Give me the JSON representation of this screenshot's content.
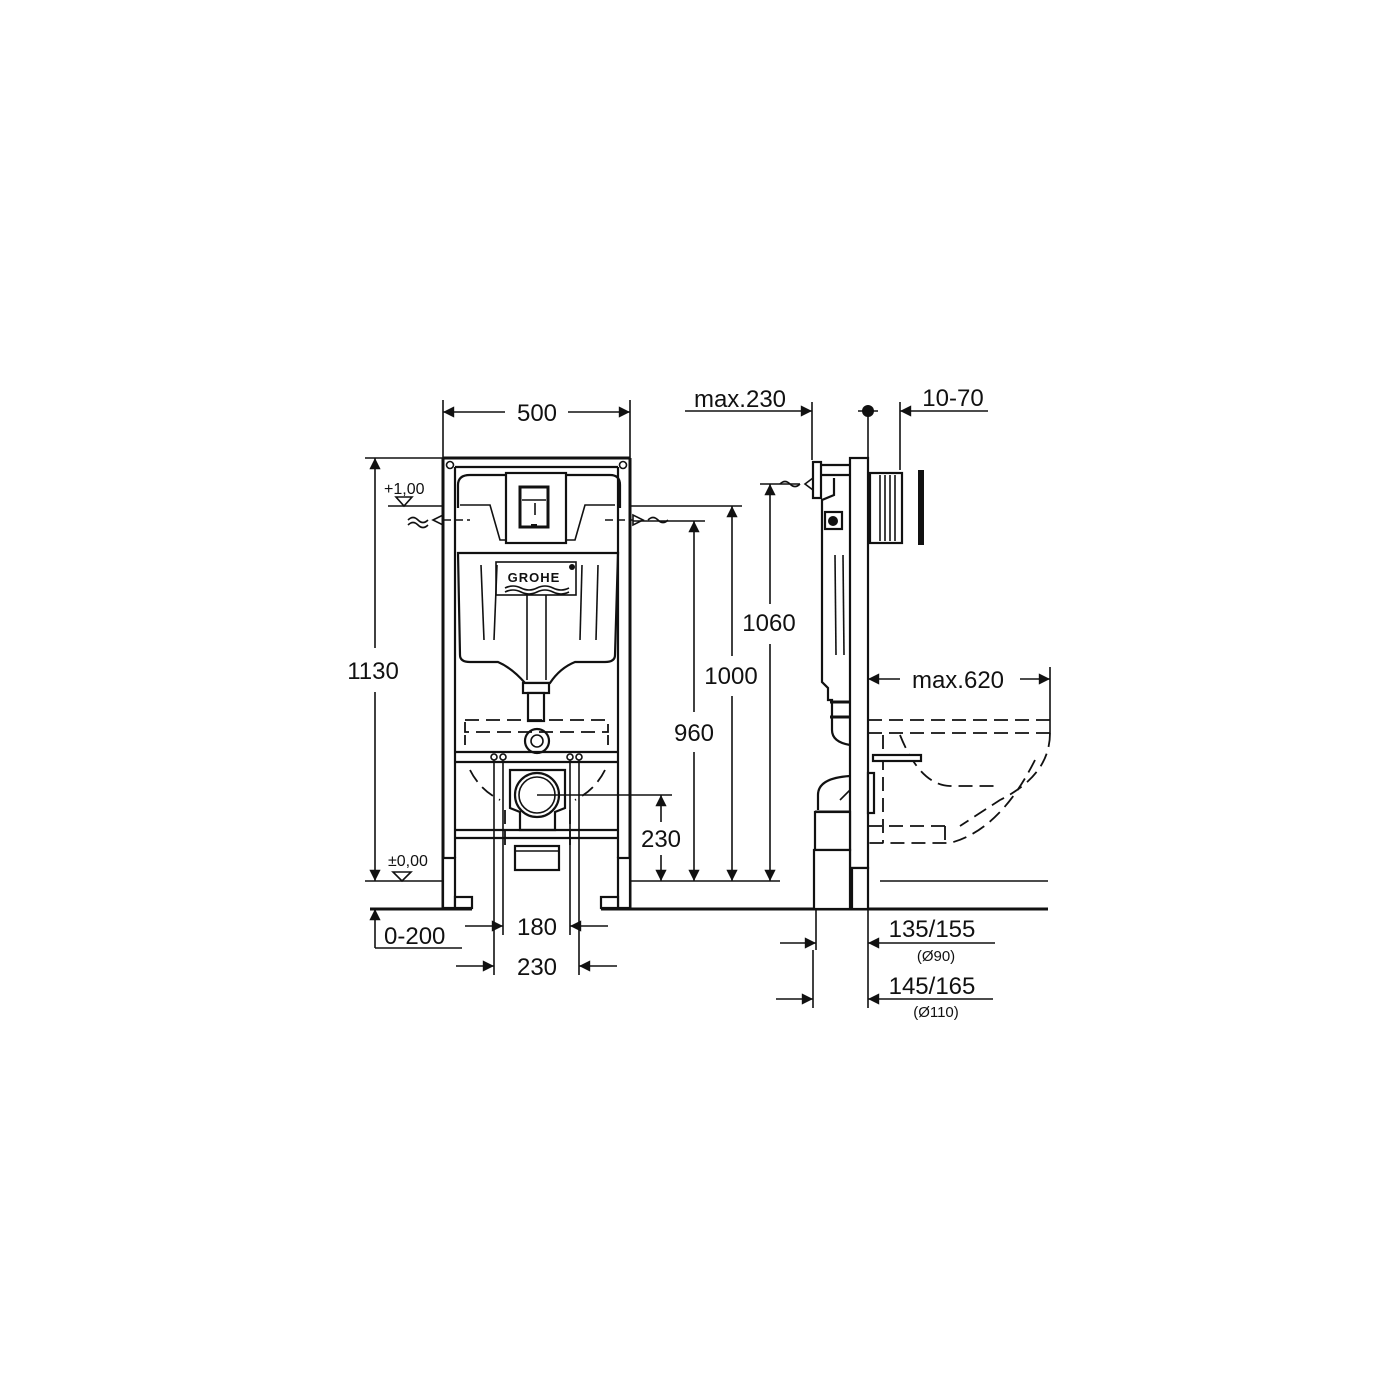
{
  "diagram": {
    "brand": "GROHE",
    "colors": {
      "line": "#111111",
      "background": "#ffffff"
    },
    "front_view": {
      "width_label": "500",
      "height_label": "1130",
      "level_top_label": "+1,00",
      "level_zero_label": "±0,00",
      "floor_adjust_label": "0-200",
      "inner_width_label": "180",
      "outer_width_label": "230",
      "drain_height_label": "230"
    },
    "vertical_dimensions": {
      "water_inlet_label": "960",
      "frame_top_label": "1000",
      "side_inlet_label": "1060"
    },
    "side_view": {
      "max_depth_label": "max.230",
      "wall_range_label": "10-70",
      "bowl_projection_label": "max.620",
      "drain_offset_1_label": "135/155",
      "drain_offset_1_sub": "(Ø90)",
      "drain_offset_2_label": "145/165",
      "drain_offset_2_sub": "(Ø110)"
    }
  }
}
